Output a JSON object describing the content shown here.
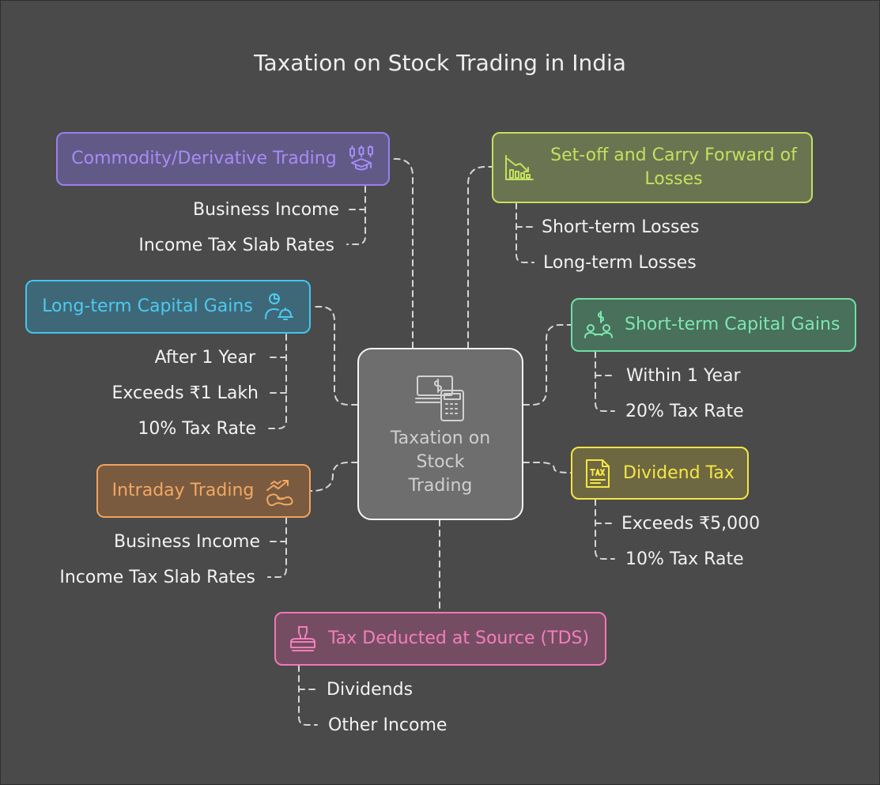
{
  "title": "Taxation on Stock Trading in India",
  "center": {
    "label_lines": [
      "Taxation on",
      "Stock",
      "Trading"
    ],
    "icon": "money-calculator-icon"
  },
  "branches": {
    "commodity": {
      "label": "Commodity/Derivative Trading",
      "icon": "investment-growth-icon",
      "color": "#9a7ff0",
      "items": [
        "Business Income",
        "Income Tax Slab Rates"
      ]
    },
    "setoff": {
      "label_lines": [
        "Set-off and Carry Forward of",
        "Losses"
      ],
      "icon": "declining-chart-icon",
      "color": "#c4e15f",
      "items": [
        "Short-term Losses",
        "Long-term Losses"
      ]
    },
    "ltcg": {
      "label": "Long-term Capital Gains",
      "icon": "user-alert-icon",
      "color": "#42c6ee",
      "items": [
        "After 1 Year",
        "Exceeds ₹1 Lakh",
        "10% Tax Rate"
      ]
    },
    "stcg": {
      "label": "Short-term Capital Gains",
      "icon": "people-money-icon",
      "color": "#6fe0a4",
      "items": [
        "Within 1 Year",
        "20% Tax Rate"
      ]
    },
    "intraday": {
      "label": "Intraday Trading",
      "icon": "trading-trend-icon",
      "color": "#f0a35c",
      "items": [
        "Business Income",
        "Income Tax Slab Rates"
      ]
    },
    "dividend": {
      "label": "Dividend Tax",
      "icon": "tax-document-icon",
      "color": "#f5e646",
      "items": [
        "Exceeds ₹5,000",
        "10% Tax Rate"
      ]
    },
    "tds": {
      "label": "Tax Deducted at Source (TDS)",
      "icon": "stamp-icon",
      "color": "#ef77b8",
      "items": [
        "Dividends",
        "Other Income"
      ]
    }
  }
}
